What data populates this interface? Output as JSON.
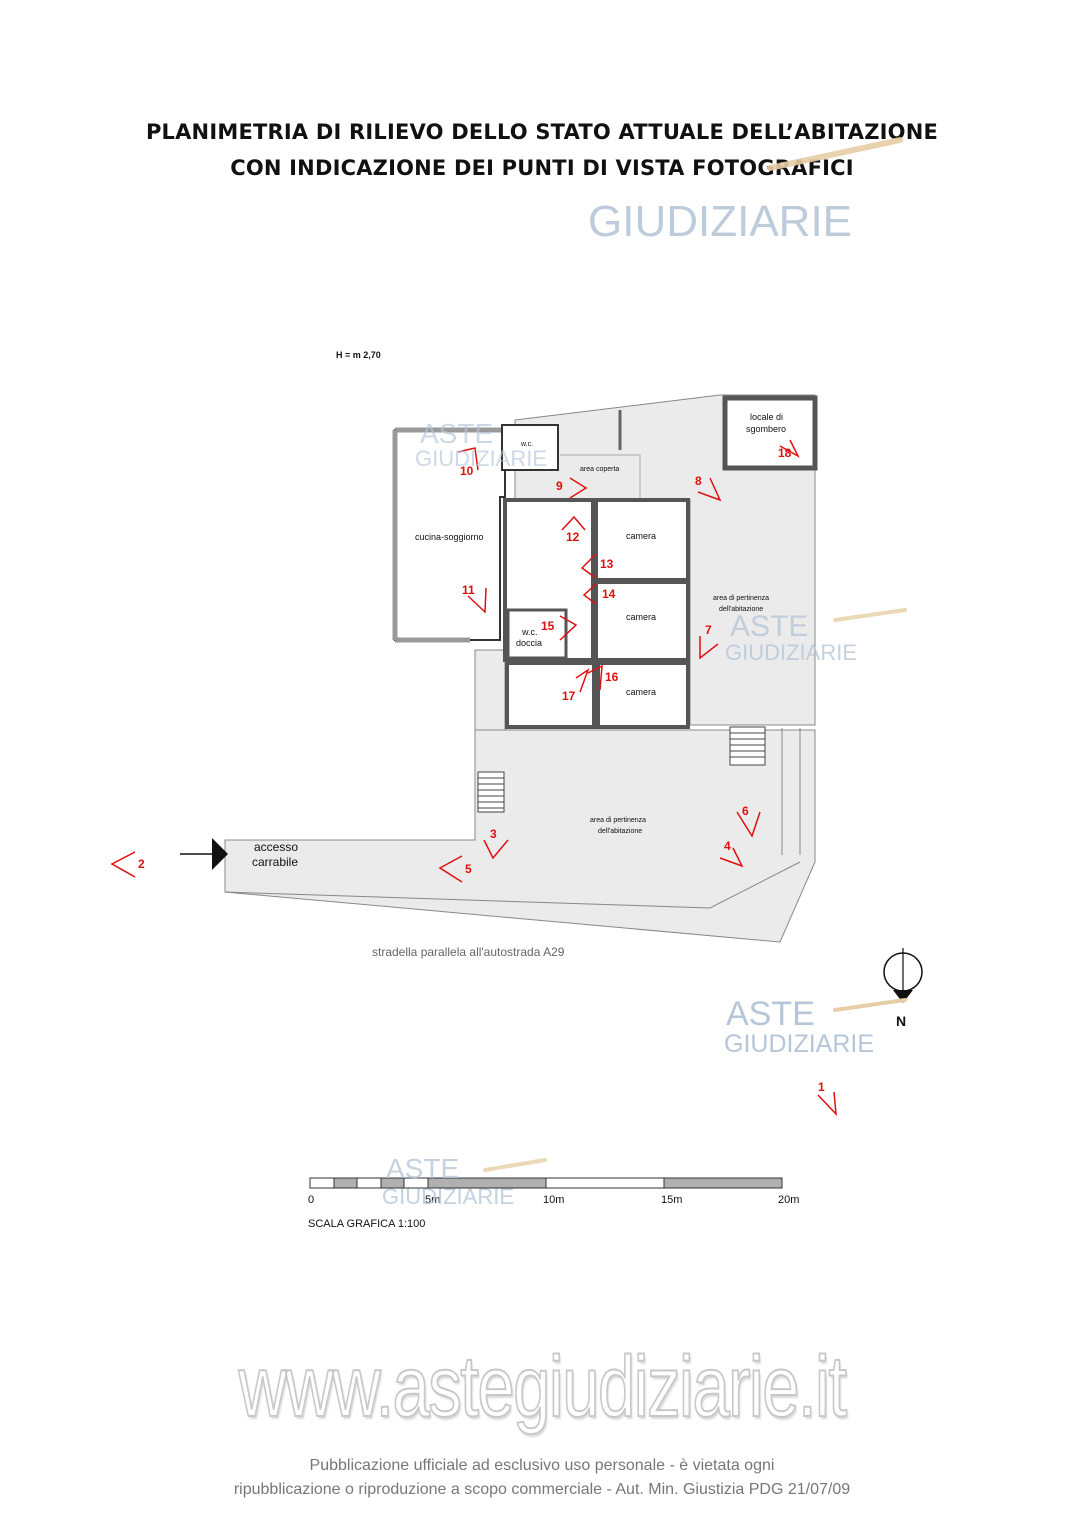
{
  "header": {
    "title_line1": "PLANIMETRIA DI RILIEVO DELLO STATO ATTUALE DELL’ABITAZIONE",
    "title_line2": "CON INDICAZIONE DEI PUNTI DI VISTA FOTOGRAFICI"
  },
  "watermark": {
    "brand_top": "ASTE",
    "brand_bottom": "GIUDIZIARIE",
    "url": "www.astegiudiziarie.it",
    "color": "#b6c6d8"
  },
  "plan": {
    "height_note": "H = m 2,70",
    "rooms": {
      "wc_top": "w.c.",
      "area_coperta": "area coperta",
      "locale_line1": "locale di",
      "locale_line2": "sgombero",
      "cucina": "cucina-soggiorno",
      "camera_1": "camera",
      "camera_2": "camera",
      "camera_3": "camera",
      "wc_doccia_line1": "w.c.",
      "wc_doccia_line2": "doccia",
      "pertinenza_upper_line1": "area di pertinenza",
      "pertinenza_upper_line2": "dell'abitazione",
      "pertinenza_lower_line1": "area di pertinenza",
      "pertinenza_lower_line2": "dell'abitazione"
    },
    "access_line1": "accesso",
    "access_line2": "carrabile",
    "road": "stradella parallela all'autostrada A29",
    "north": "N",
    "viewpoint_color": "#e01010",
    "viewpoints": [
      "1",
      "2",
      "3",
      "4",
      "5",
      "6",
      "7",
      "8",
      "9",
      "10",
      "11",
      "12",
      "13",
      "14",
      "15",
      "16",
      "17",
      "18"
    ]
  },
  "scale_bar": {
    "ticks": [
      "0",
      "5m",
      "10m",
      "15m",
      "20m"
    ],
    "label": "SCALA GRAFICA 1:100"
  },
  "footer": {
    "line1": "Pubblicazione ufficiale ad esclusivo uso personale - è vietata ogni",
    "line2": "ripubblicazione o riproduzione a scopo commerciale - Aut. Min. Giustizia PDG 21/07/09"
  }
}
